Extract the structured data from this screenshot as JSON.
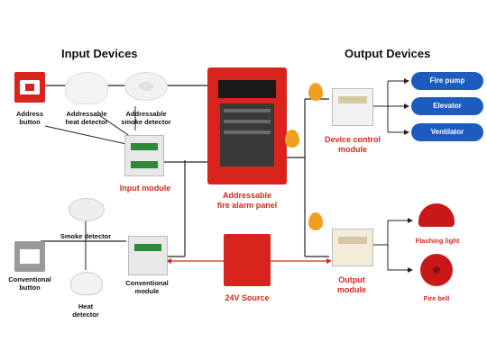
{
  "titles": {
    "input": "Input Devices",
    "output": "Output Devices"
  },
  "labels": {
    "address_button": "Address\nbutton",
    "heat_detector": "Addressable\nheat detector",
    "smoke_detector": "Addressable\nsmoke detector",
    "input_module": "Input module",
    "panel": "Addressable\nfire alarm panel",
    "device_control": "Device control\nmodule",
    "conv_smoke": "Smoke detector",
    "conv_button": "Conventional\nbutton",
    "conv_heat": "Heat\ndetector",
    "conv_module": "Conventional\nmodule",
    "source": "24V Source",
    "output_module": "Output\nmodule",
    "flashing_light": "Flashing light",
    "fire_bell": "Fire bell"
  },
  "outputs": [
    "Fire pump",
    "Elevator",
    "Ventilator"
  ],
  "colors": {
    "accent_red": "#d42a1e",
    "pill_blue": "#1d5bbf",
    "panel_red": "#d8241c"
  }
}
